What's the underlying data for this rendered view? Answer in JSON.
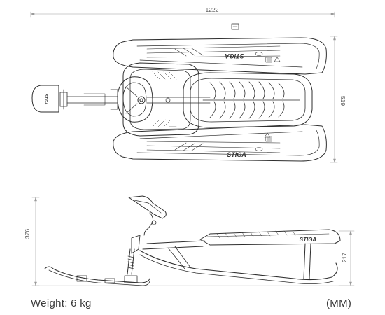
{
  "dimensions": {
    "overall_length": "1222",
    "width": "519",
    "overall_height": "376",
    "seat_height": "217"
  },
  "brand": {
    "logo_text": "STIGA"
  },
  "footer": {
    "weight": "Weight: 6 kg",
    "units": "(MM)"
  }
}
